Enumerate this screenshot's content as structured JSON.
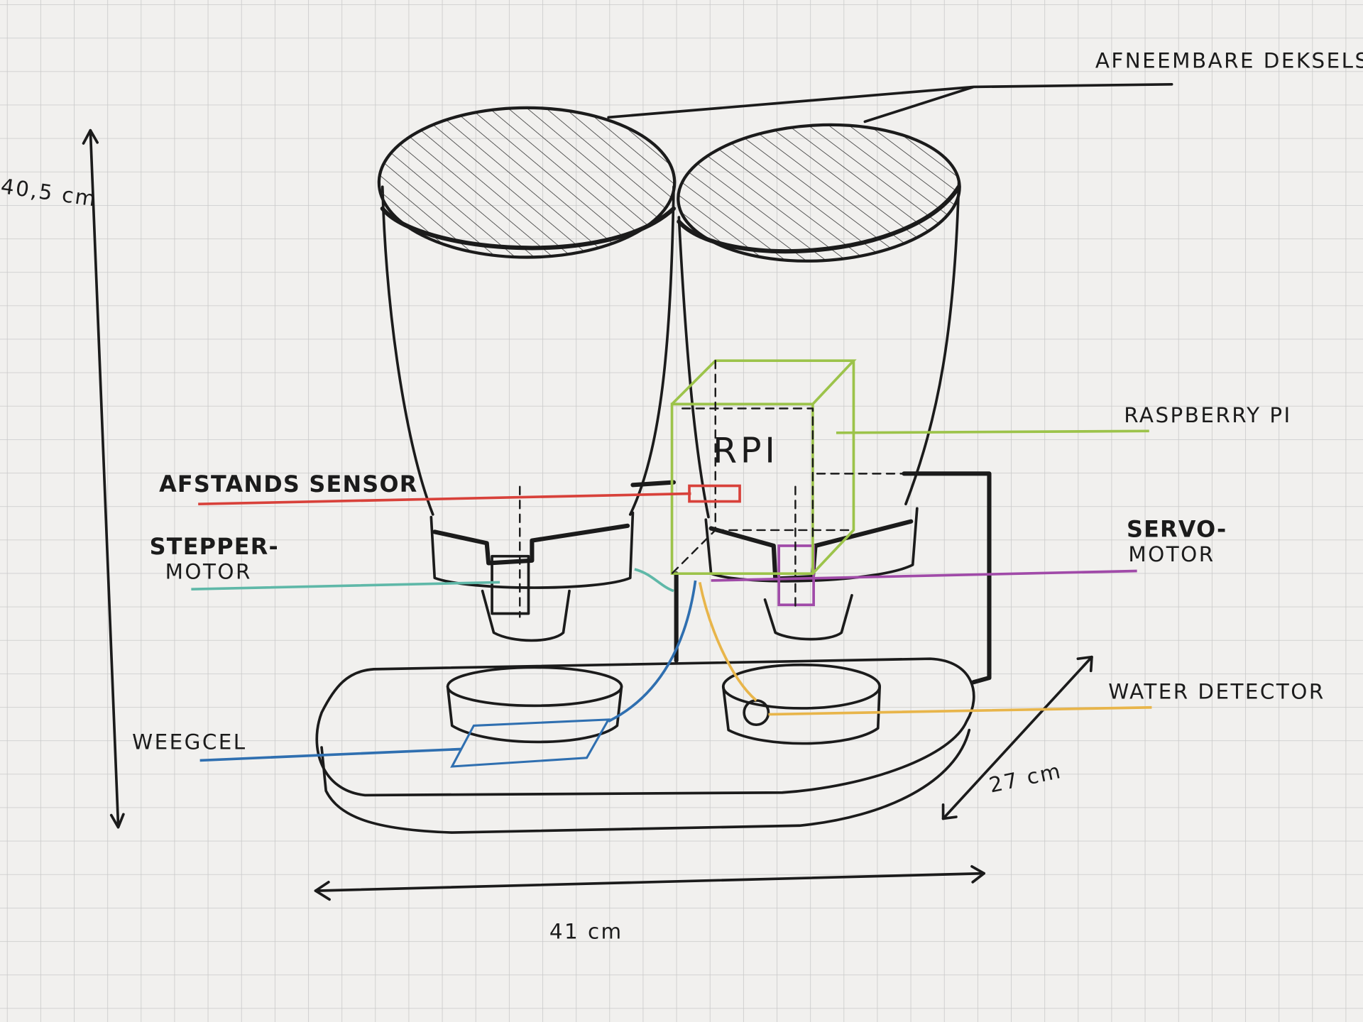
{
  "title": "Dubbele voerdispenser schets",
  "labels": {
    "lids": "AFNEEMBARE DEKSELS",
    "raspberry_pi": "RASPBERRY PI",
    "rpi_box": "RPI",
    "distance_sensor": "AFSTANDS SENSOR",
    "stepper_motor_1": "STEPPER-",
    "stepper_motor_2": "MOTOR",
    "servo_motor_1": "SERVO-",
    "servo_motor_2": "MOTOR",
    "water_detector": "WATER DETECTOR",
    "load_cell": "WEEGCEL"
  },
  "dimensions": {
    "height": "40,5 cm",
    "width": "41 cm",
    "depth": "27 cm"
  },
  "colors": {
    "paper": "#f1f0ee",
    "grid": "#c9c9c9",
    "ink": "#1b1b1b",
    "raspberry_pi": "#9cc34a",
    "distance_sensor": "#d8413a",
    "stepper_motor": "#5fb8a8",
    "servo_motor": "#a04aa8",
    "water_detector": "#e8b54a",
    "load_cell": "#2f6fb0"
  }
}
